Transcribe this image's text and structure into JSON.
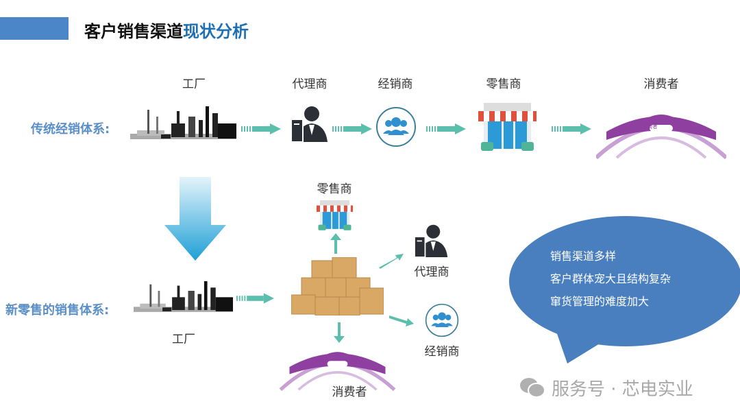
{
  "title": {
    "part1": "客户销售渠道",
    "part2": "现状分析",
    "accent_color": "#1f6fb5",
    "bar_color": "#4a86c8"
  },
  "traditional": {
    "label": "传统经销体系:",
    "nodes": [
      "工厂",
      "代理商",
      "经销商",
      "零售商",
      "消费者"
    ]
  },
  "new_retail": {
    "label": "新零售的销售体系:",
    "factory": "工厂",
    "retailer": "零售商",
    "agent": "代理商",
    "dealer": "经销商",
    "consumer": "消费者"
  },
  "bubble": {
    "lines": [
      "销售渠道多样",
      "客户群体宠大且结构复杂",
      "窜货管理的难度加大"
    ],
    "color": "#4a7fbf"
  },
  "consumer_badge": "消费者",
  "watermark": {
    "icon": "wechat-icon",
    "text": "服务号 · 芯电实业"
  },
  "colors": {
    "arrow": "#5cbfae",
    "sys_label": "#5b8fc7",
    "consumers": "#8e3fa0"
  }
}
